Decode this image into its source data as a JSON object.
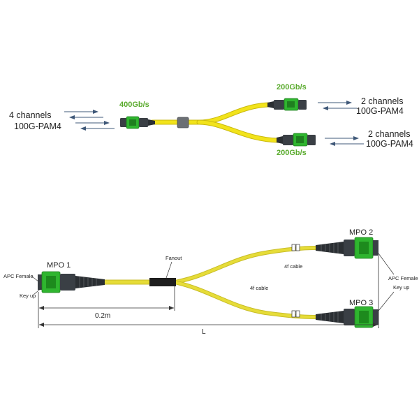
{
  "top": {
    "left_label_1": "4 channels",
    "left_label_2": "100G-PAM4",
    "trunk_rate": "400Gb/s",
    "upper_rate": "200Gb/s",
    "lower_rate": "200Gb/s",
    "upper_label_1": "2 channels",
    "upper_label_2": "100G-PAM4",
    "lower_label_1": "2 channels",
    "lower_label_2": "100G-PAM4"
  },
  "bottom": {
    "mpo1": "MPO 1",
    "mpo2": "MPO 2",
    "mpo3": "MPO 3",
    "fanout": "Fanout",
    "cable_upper": "4f cable",
    "cable_lower": "4f cable",
    "left_apc": "APC Female",
    "left_key": "Key up",
    "right_apc": "APC Female",
    "right_key": "Key up",
    "dim_short": "0.2m",
    "dim_total": "L"
  },
  "colors": {
    "cable": "#f2e31b",
    "cable_bottom": "#e6dc38",
    "connector_green": "#2fb52f",
    "connector_body": "#3a3f45",
    "arrow": "#3f5878",
    "rate_text": "#5aab2d"
  }
}
